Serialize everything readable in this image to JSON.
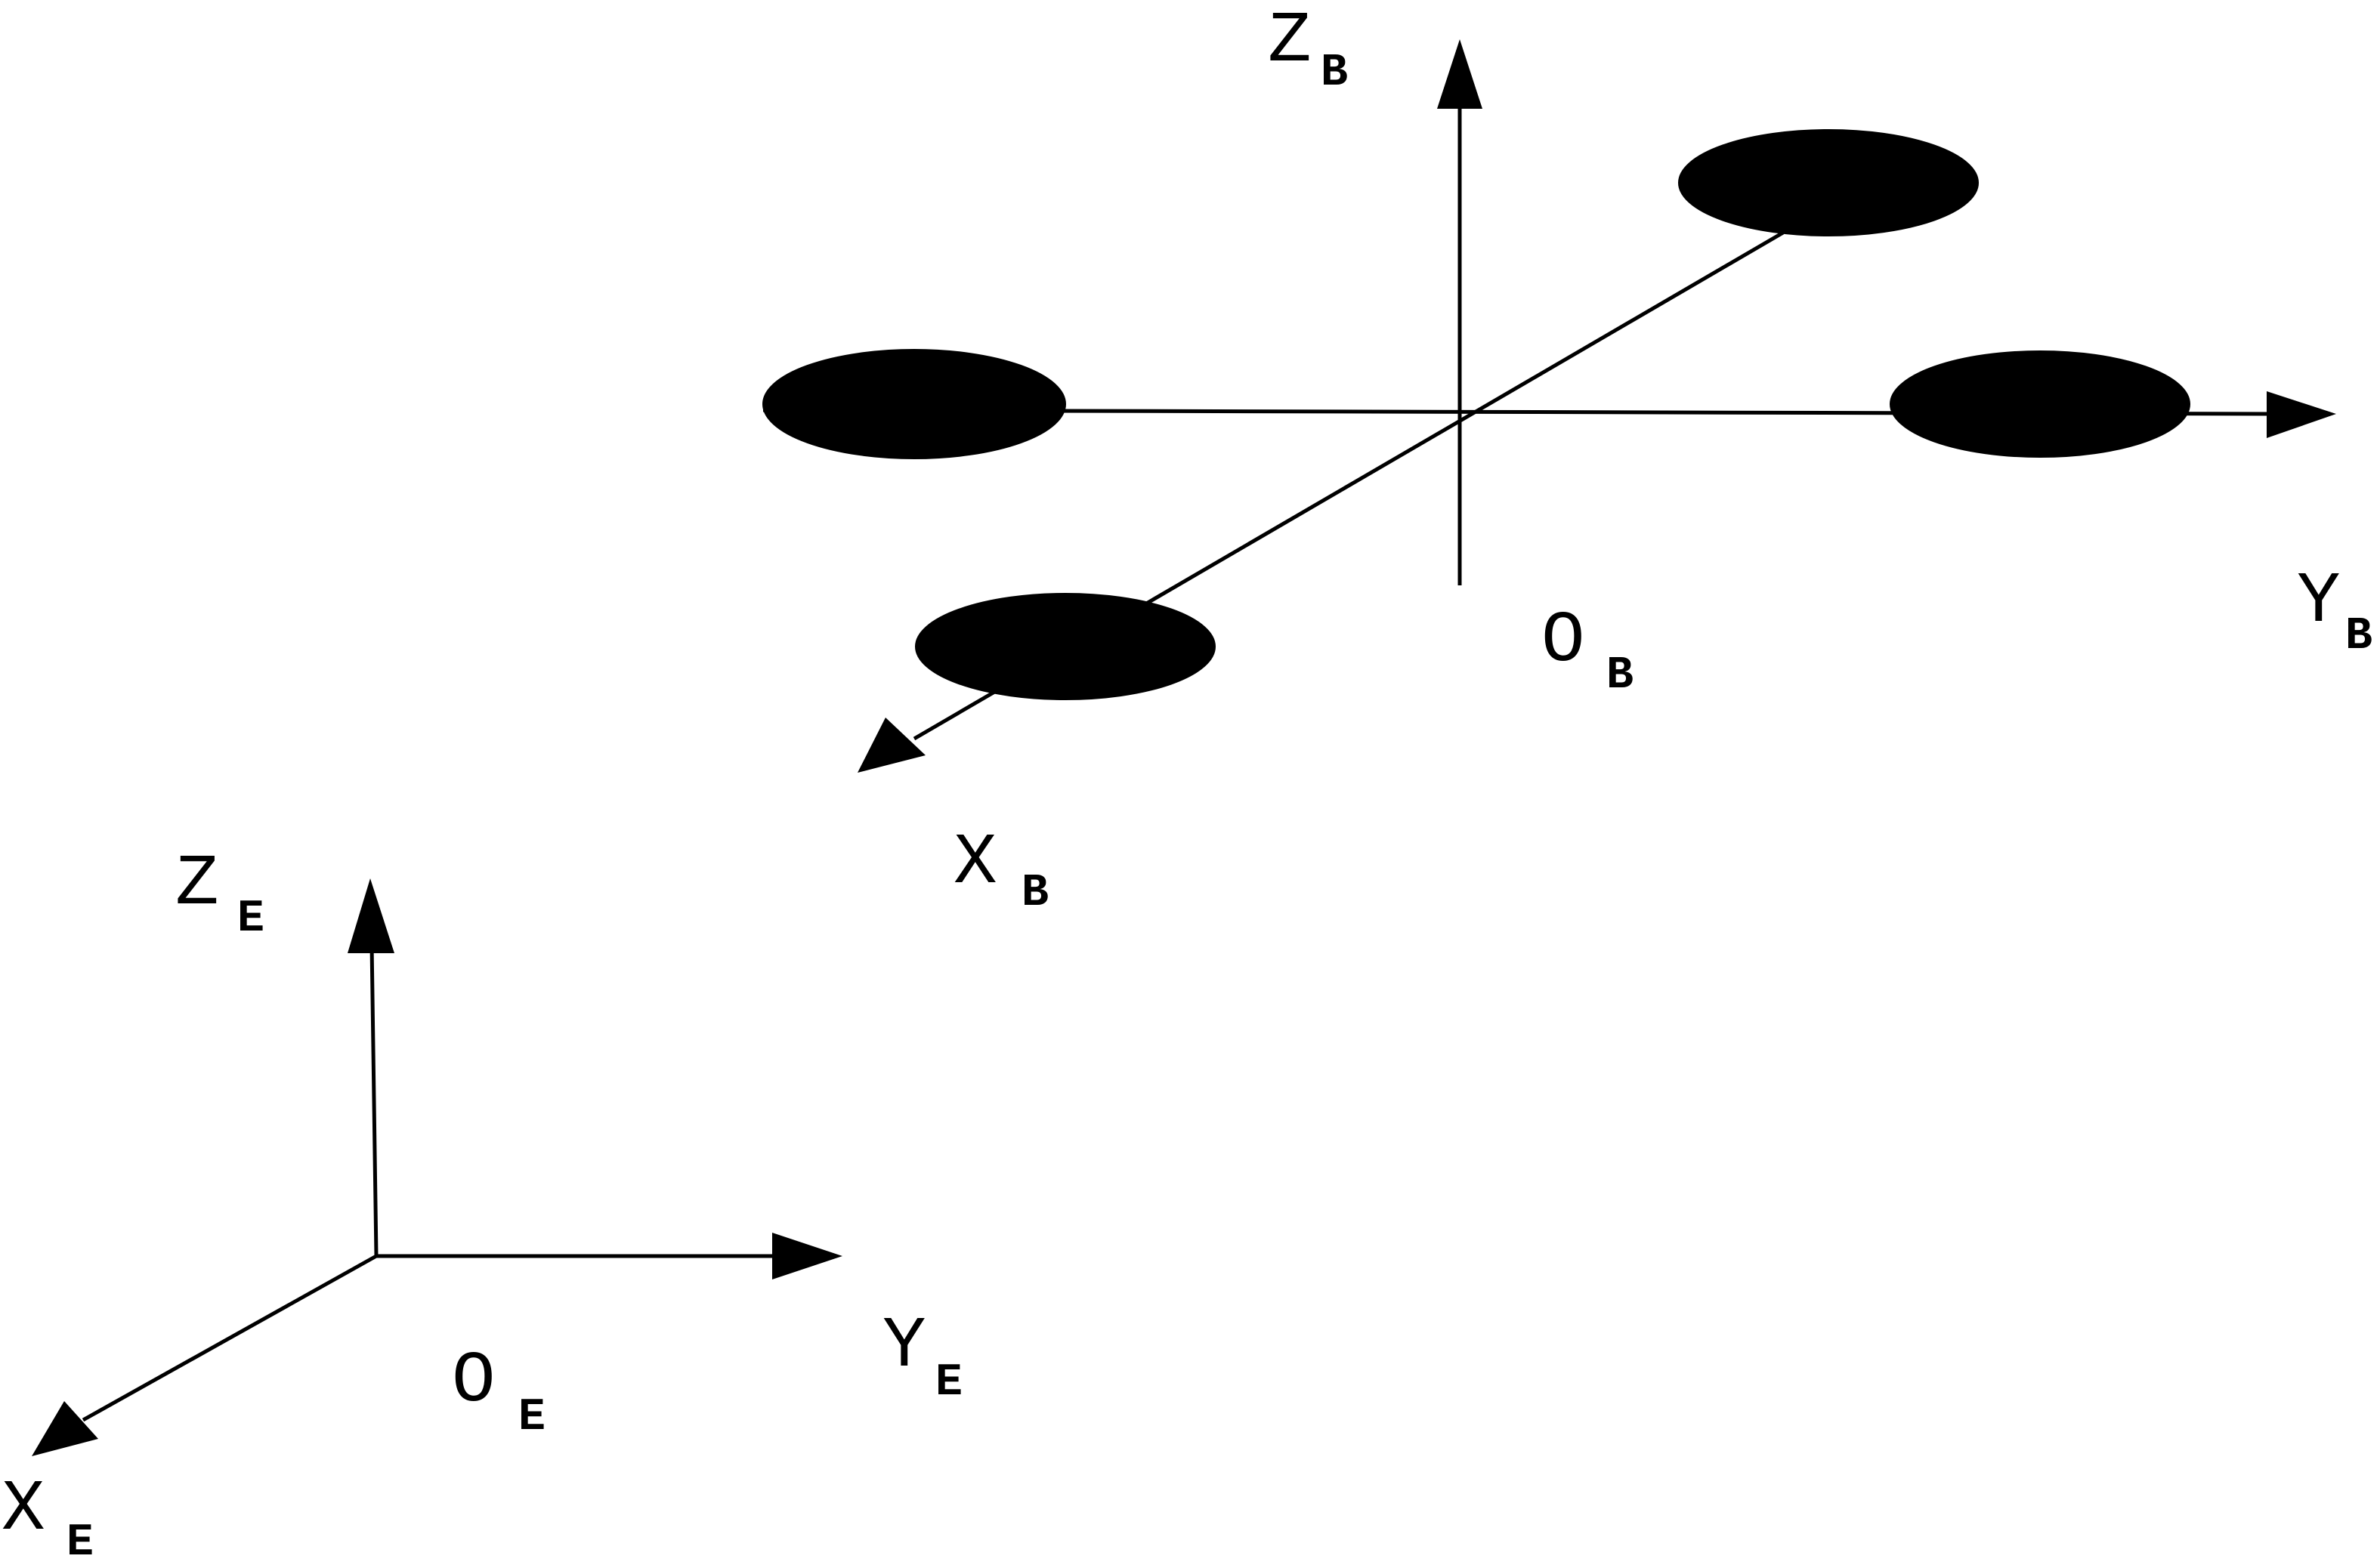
{
  "body_frame": {
    "x_axis": {
      "letter": "X",
      "subscript": "B"
    },
    "y_axis": {
      "letter": "Y",
      "subscript": "B"
    },
    "z_axis": {
      "letter": "Z",
      "subscript": "B"
    },
    "origin": {
      "letter": "O",
      "subscript": "B"
    }
  },
  "earth_frame": {
    "x_axis": {
      "letter": "X",
      "subscript": "E"
    },
    "y_axis": {
      "letter": "Y",
      "subscript": "E"
    },
    "z_axis": {
      "letter": "Z",
      "subscript": "E"
    },
    "origin": {
      "letter": "O",
      "subscript": "E"
    }
  },
  "colors": {
    "ink": "#000000",
    "background": "#ffffff"
  }
}
